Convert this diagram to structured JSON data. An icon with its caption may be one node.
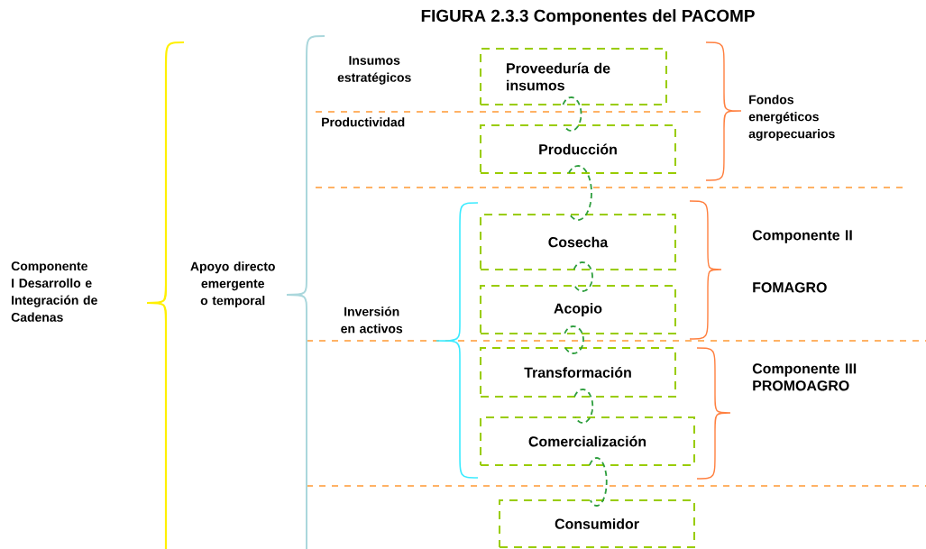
{
  "diagram": {
    "title": "FIGURA 2.3.3 Componentes del PACOMP",
    "nodes": [
      {
        "text": [
          "Proveeduría de insumos"
        ]
      },
      {
        "text": [
          "Producción"
        ]
      },
      {
        "text": [
          "Cosecha"
        ]
      },
      {
        "text": [
          "Acopio"
        ]
      },
      {
        "text": [
          "Transformación"
        ]
      },
      {
        "text": [
          "Comercialización"
        ]
      },
      {
        "text": [
          "Consumidor"
        ]
      }
    ],
    "edges": [
      {
        "from": 0,
        "to": 1,
        "arrow": "none"
      },
      {
        "from": 1,
        "to": 2,
        "arrow": "none"
      },
      {
        "from": 2,
        "to": 3,
        "arrow": "none"
      },
      {
        "from": 3,
        "to": 4,
        "arrow": "none"
      },
      {
        "from": 4,
        "to": 5,
        "arrow": "none"
      },
      {
        "from": 5,
        "to": 6,
        "arrow": "none"
      }
    ],
    "labels": [
      "Componente I Desarrollo e Integración de Cadenas",
      "Apoyo directo emergente o temporal",
      "Insumos estratégicos",
      "Productividad",
      "Inversión en activos",
      "Fondos energéticos agropecuarios",
      "Componente II",
      "FOMAGRO",
      "Componente III PROMOAGRO"
    ]
  }
}
